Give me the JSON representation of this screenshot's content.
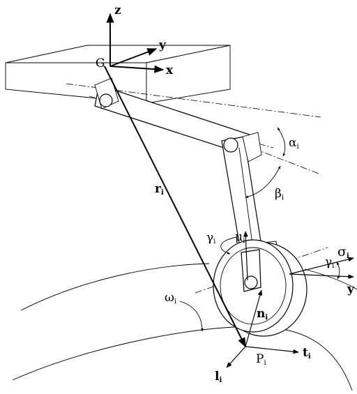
{
  "labels": {
    "z": "z",
    "y_top": "y",
    "x": "x",
    "G": "G",
    "alpha": "α",
    "alpha_sub": "i",
    "beta": "β",
    "beta_sub": "i",
    "r": "r",
    "r_sub": "i",
    "gamma_left": "γ",
    "gamma_left_sub": "i",
    "mu": "μ",
    "mu_sub": "i",
    "gamma_right": "γ",
    "gamma_right_sub": "i",
    "sigma": "σ",
    "sigma_sub": "i",
    "y_right": "y",
    "omega": "ω",
    "omega_sub": "i",
    "n": "n",
    "n_sub": "i",
    "P": "P",
    "P_sub": "i",
    "t": "t",
    "t_sub": "i",
    "l": "l",
    "l_sub": "i"
  },
  "icons": {
    "arrowhead": "filled-triangle-arrow"
  },
  "colors": {
    "ink": "#000000",
    "paper": "#ffffff"
  }
}
